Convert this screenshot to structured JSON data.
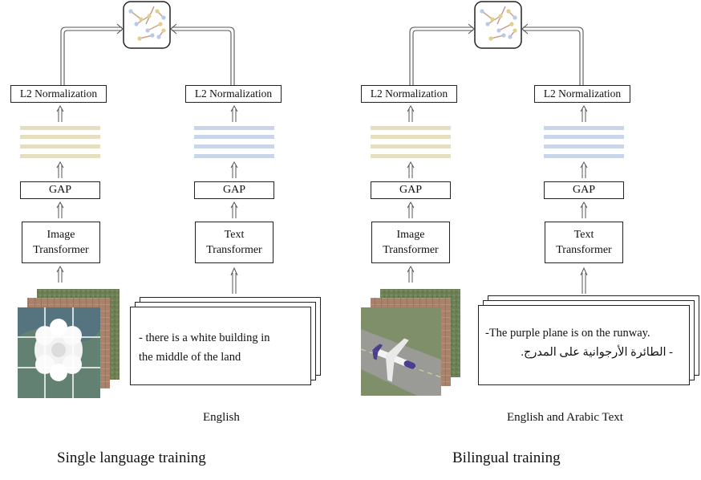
{
  "left": {
    "l2_image": "L2 Normalization",
    "l2_text": "L2 Normalization",
    "gap_image": "GAP",
    "gap_text": "GAP",
    "image_transformer": [
      "Image",
      "Transformer"
    ],
    "text_transformer": [
      "Text",
      "Transformer"
    ],
    "sample_text": [
      "- there is a white building in",
      "the middle of the land"
    ],
    "caption": "English",
    "title": "Single language training"
  },
  "right": {
    "l2_image": "L2 Normalization",
    "l2_text": "L2 Normalization",
    "gap_image": "GAP",
    "gap_text": "GAP",
    "image_transformer": [
      "Image",
      "Transformer"
    ],
    "text_transformer": [
      "Text",
      "Transformer"
    ],
    "sample_text": [
      "-The purple plane is on the runway.",
      "- الطائرة الأرجوانية على المدرج."
    ],
    "caption": "English and Arabic Text",
    "title": "Bilingual training"
  },
  "colors": {
    "image_embedding": "#e6dfbf",
    "text_embedding": "#c9d6ea",
    "arrow": "#555555"
  }
}
